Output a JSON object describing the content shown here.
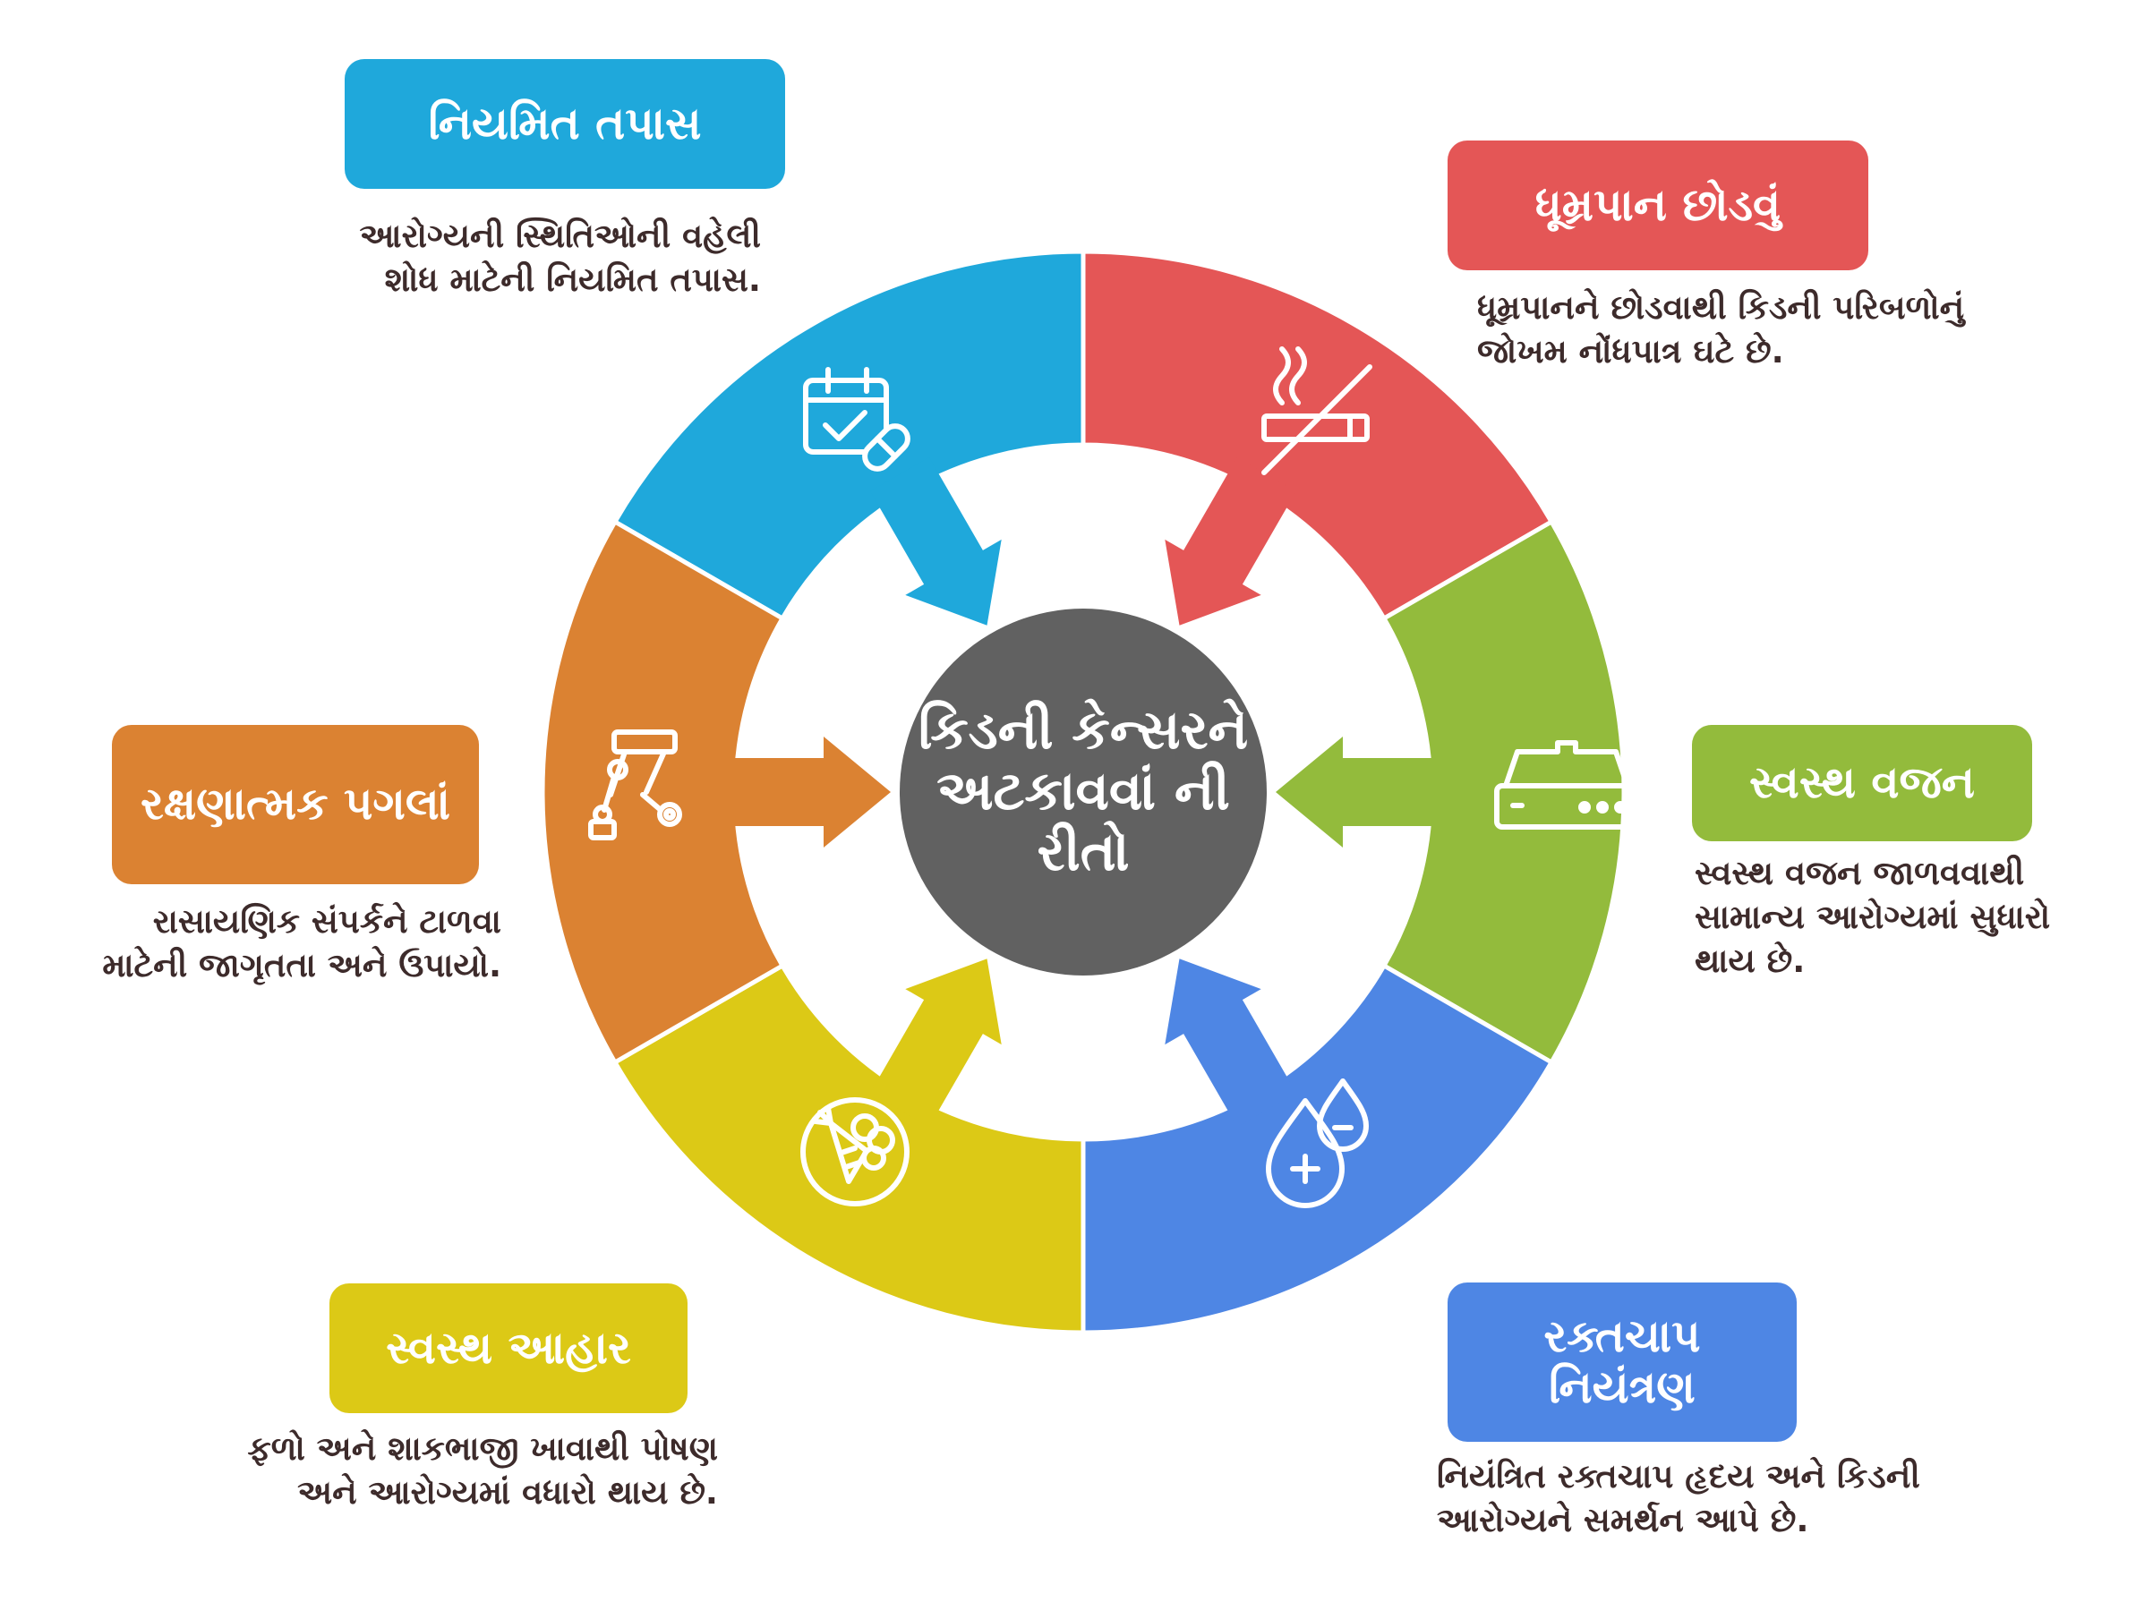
{
  "center": {
    "title": "કિડની કેન્સરને અટકાવવાં ની રીતો"
  },
  "colors": {
    "blue": "#1fa8db",
    "red": "#e45656",
    "green": "#93bb3c",
    "royal": "#4e86e4",
    "yellow": "#dcc916",
    "orange": "#db8232",
    "center": "#616161",
    "text": "#3d2b2b"
  },
  "segments": [
    {
      "id": "checkup",
      "title": "નિયમિત તપાસ",
      "description": "આરોગ્યની સ્થિતિઓની વહેલી શોધ માટેની નિયમિત તપાસ.",
      "icon": "calendar-pill-icon",
      "color": "#1fa8db"
    },
    {
      "id": "smoking",
      "title": "ધૂમ્રપાન છોડવું",
      "description": "ધૂમ્રપાનને છોડવાથી કિડની પરિબળોનું જોખમ નોંધપાત્ર ઘટે છે.",
      "icon": "no-smoking-icon",
      "color": "#e45656"
    },
    {
      "id": "weight",
      "title": "સ્વસ્થ વજન",
      "description": "સ્વસ્થ વજન જાળવવાથી સામાન્ય આરોગ્યમાં સુધારો થાય છે.",
      "icon": "weighing-scale-icon",
      "color": "#93bb3c"
    },
    {
      "id": "bp",
      "title": "રક્તચાપ નિયંત્રણ",
      "description": "નિયંત્રિત રક્તચાપ હૃદય અને કિડની આરોગ્યને સમર્થન આપે છે.",
      "icon": "blood-drops-icon",
      "color": "#4e86e4"
    },
    {
      "id": "diet",
      "title": "સ્વસ્થ આહાર",
      "description": "ફળો અને શાકભાજી ખાવાથી પોષણ અને આરોગ્યમાં વધારો થાય છે.",
      "icon": "vegetables-icon",
      "color": "#dcc916"
    },
    {
      "id": "protect",
      "title": "રક્ષણાત્મક પગલાં",
      "description": "રાસાયણિક સંપર્કને ટાળવા માટેની જાગૃતતા અને ઉપાયો.",
      "icon": "robotic-arm-icon",
      "color": "#db8232"
    }
  ]
}
